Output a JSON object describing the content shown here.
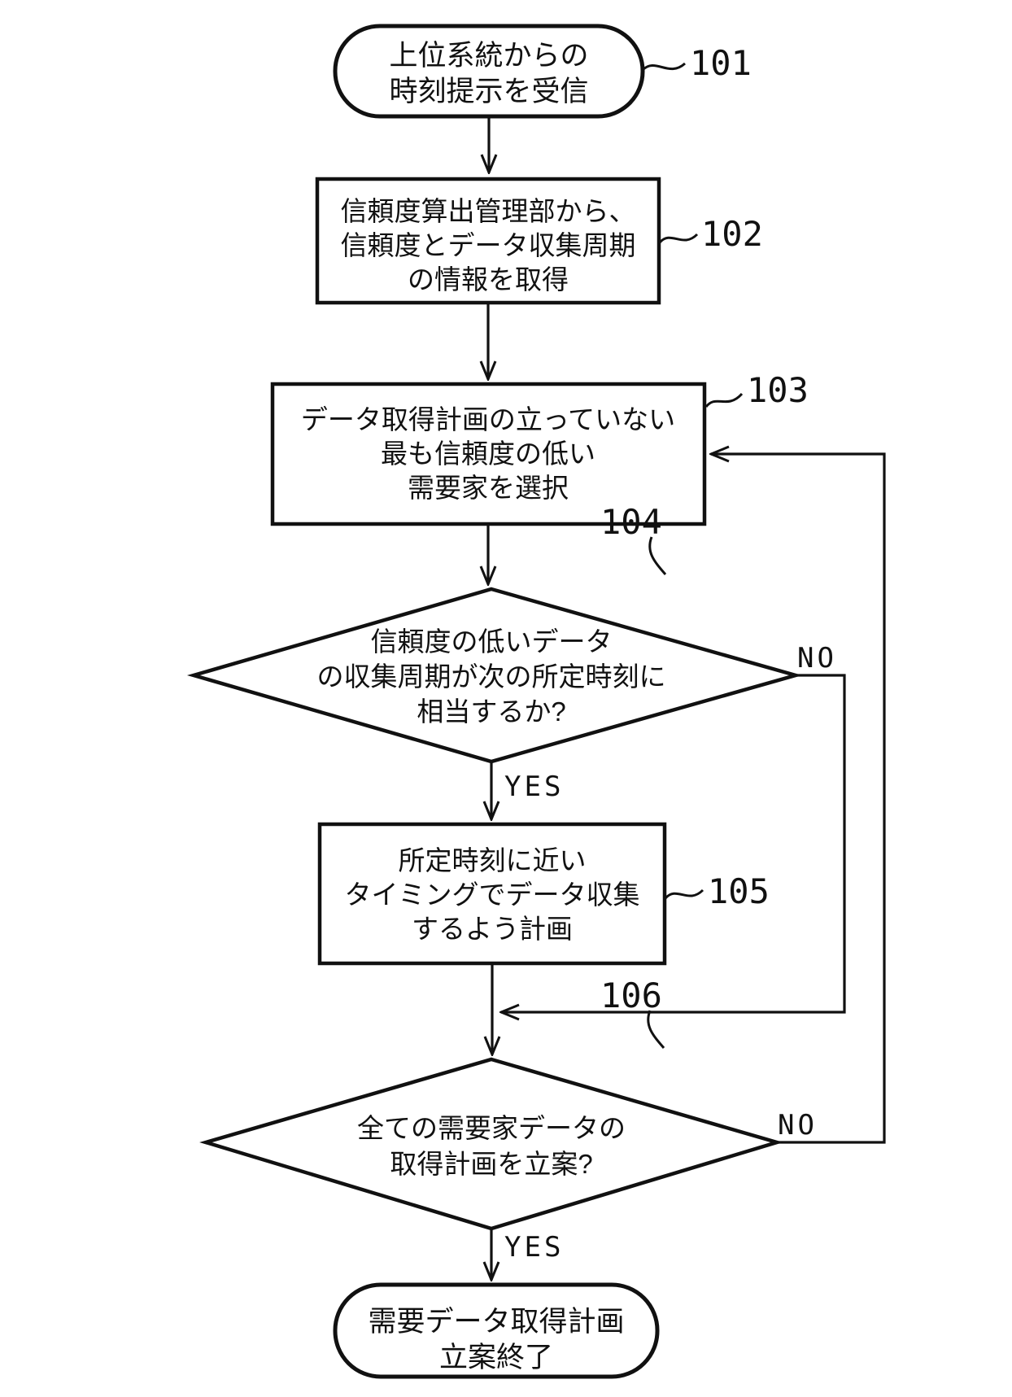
{
  "figure_type": "patent-flowchart",
  "colors": {
    "background": "#ffffff",
    "line": "#111111"
  },
  "nodes": {
    "n101": {
      "shape": "terminal",
      "lines": [
        "上位系統からの",
        "時刻提示を受信"
      ]
    },
    "n102": {
      "shape": "process",
      "lines": [
        "信頼度算出管理部から、",
        "信頼度とデータ収集周期",
        "の情報を取得"
      ]
    },
    "n103": {
      "shape": "process",
      "lines": [
        "データ取得計画の立っていない",
        "最も信頼度の低い",
        "需要家を選択"
      ]
    },
    "n104": {
      "shape": "decision",
      "lines": [
        "信頼度の低いデータ",
        "の収集周期が次の所定時刻に",
        "相当するか?"
      ]
    },
    "n105": {
      "shape": "process",
      "lines": [
        "所定時刻に近い",
        "タイミングでデータ収集",
        "するよう計画"
      ]
    },
    "n106": {
      "shape": "decision",
      "lines": [
        "全ての需要家データの",
        "取得計画を立案?"
      ]
    },
    "nEnd": {
      "shape": "terminal",
      "lines": [
        "需要データ取得計画",
        "立案終了"
      ]
    }
  },
  "refs": {
    "n101": "101",
    "n102": "102",
    "n103": "103",
    "n104": "104",
    "n105": "105",
    "n106": "106"
  },
  "edge_labels": {
    "yes_104": "YES",
    "no_104": "NO",
    "yes_106": "YES",
    "no_106": "NO"
  }
}
